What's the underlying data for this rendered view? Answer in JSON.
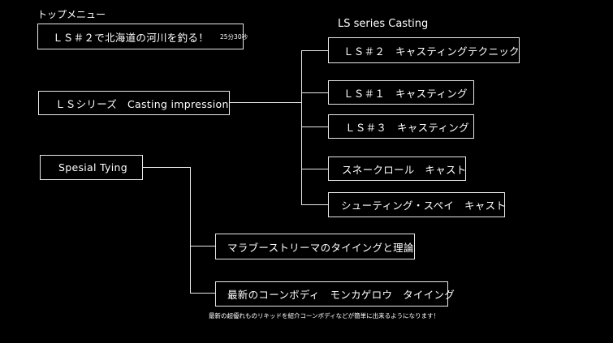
{
  "header": {
    "top_menu": "トップメニュー",
    "series_title": "LS series Casting"
  },
  "menu": {
    "top": {
      "label": "ＬＳ＃２で北海道の河川を釣る！",
      "duration": "25分30秒"
    },
    "ls_series": {
      "label": "ＬＳシリーズ　Casting  impression"
    },
    "casting_items": [
      {
        "label": "ＬＳ＃２　キャスティングテクニック"
      },
      {
        "label": "ＬＳ＃１　キャスティング"
      },
      {
        "label": "ＬＳ＃３　キャスティング"
      },
      {
        "label": "スネークロール　キャスト"
      },
      {
        "label": "シューティング・スペイ　キャスト"
      }
    ],
    "spesial": {
      "label": "Spesial  Tying"
    },
    "tying_items": [
      {
        "label": "マラブーストリーマのタイイングと理論"
      },
      {
        "label": "最新のコーンボディ　モンカゲロウ　タイイング"
      }
    ]
  },
  "footer": {
    "note": "最新の超優れものリキッドを紹介コーンボディなどが簡単に出来るようになります！"
  }
}
